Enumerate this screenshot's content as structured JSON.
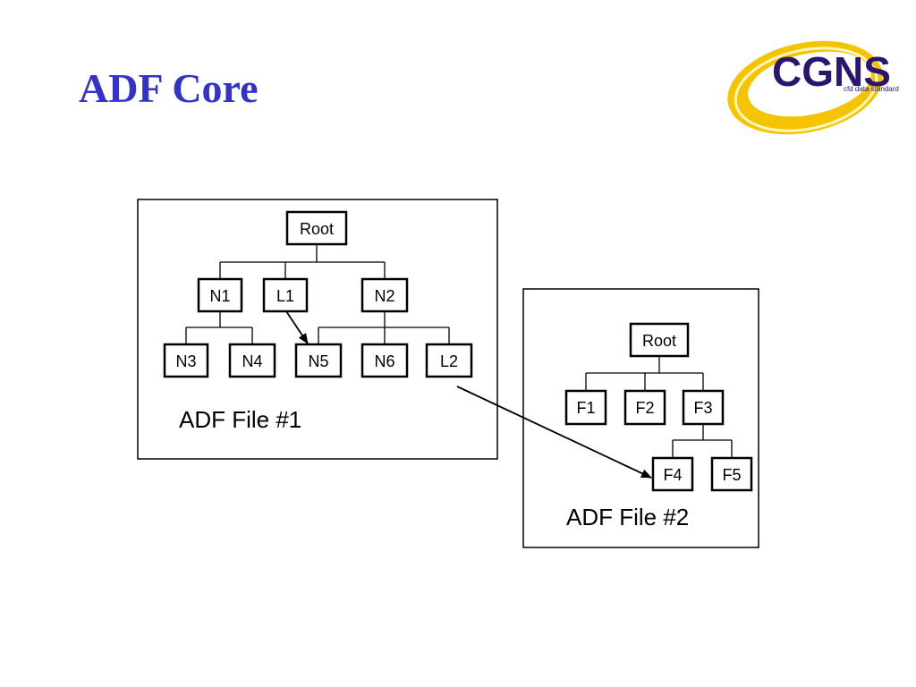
{
  "slide": {
    "title": "ADF Core"
  },
  "logo": {
    "name": "CGNS",
    "tagline": "cfd data standard",
    "colors": {
      "swoosh": "#f5c400",
      "text": "#2a1670"
    }
  },
  "file1": {
    "caption": "ADF File #1",
    "nodes": {
      "root": "Root",
      "n1": "N1",
      "l1": "L1",
      "n2": "N2",
      "n3": "N3",
      "n4": "N4",
      "n5": "N5",
      "n6": "N6",
      "l2": "L2"
    }
  },
  "file2": {
    "caption": "ADF File #2",
    "nodes": {
      "root": "Root",
      "f1": "F1",
      "f2": "F2",
      "f3": "F3",
      "f4": "F4",
      "f5": "F5"
    }
  },
  "links": [
    {
      "from": "L1",
      "to": "N5"
    },
    {
      "from": "L2",
      "to": "F4"
    }
  ]
}
